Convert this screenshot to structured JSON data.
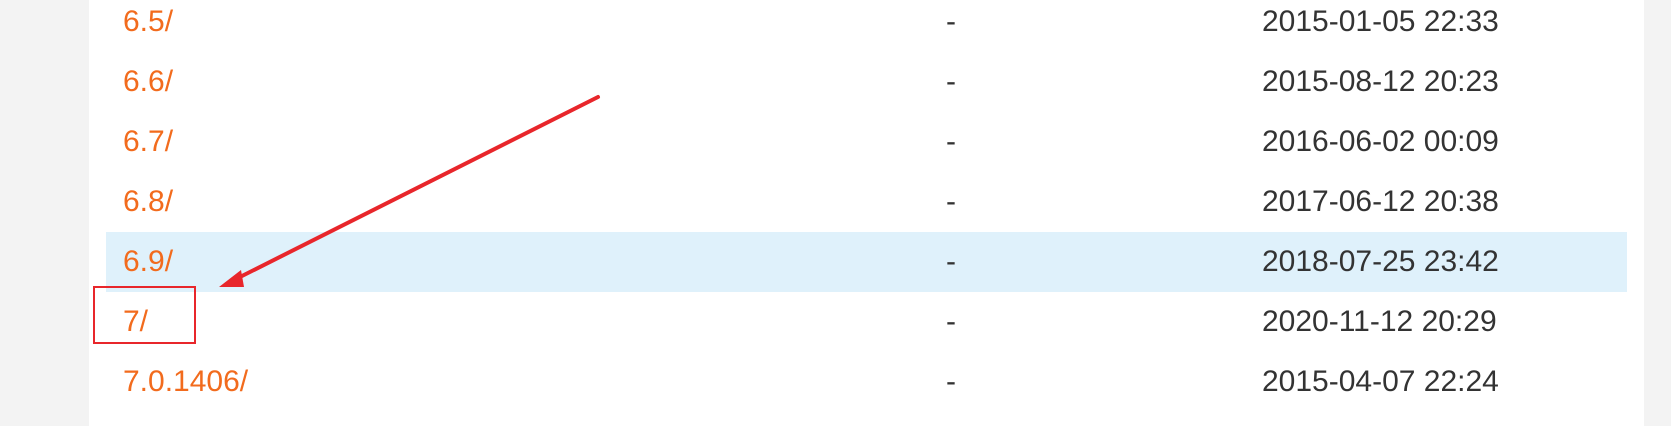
{
  "listing": {
    "rows": [
      {
        "name": "6.5/",
        "size": "-",
        "modified": "2015-01-05 22:33"
      },
      {
        "name": "6.6/",
        "size": "-",
        "modified": "2015-08-12 20:23"
      },
      {
        "name": "6.7/",
        "size": "-",
        "modified": "2016-06-02 00:09"
      },
      {
        "name": "6.8/",
        "size": "-",
        "modified": "2017-06-12 20:38"
      },
      {
        "name": "6.9/",
        "size": "-",
        "modified": "2018-07-25 23:42"
      },
      {
        "name": "7/",
        "size": "-",
        "modified": "2020-11-12 20:29"
      },
      {
        "name": "7.0.1406/",
        "size": "-",
        "modified": "2015-04-07 22:24"
      }
    ],
    "hovered_row": "6.9/",
    "annotated_row": "7/"
  },
  "colors": {
    "link": "#f26b1d",
    "text": "#333333",
    "hover_background": "#dff1fb",
    "annotation": "#e8262b",
    "page_background": "#f3f3f3"
  },
  "annotation": {
    "shapes": [
      "red-arrow",
      "red-rectangle"
    ]
  }
}
